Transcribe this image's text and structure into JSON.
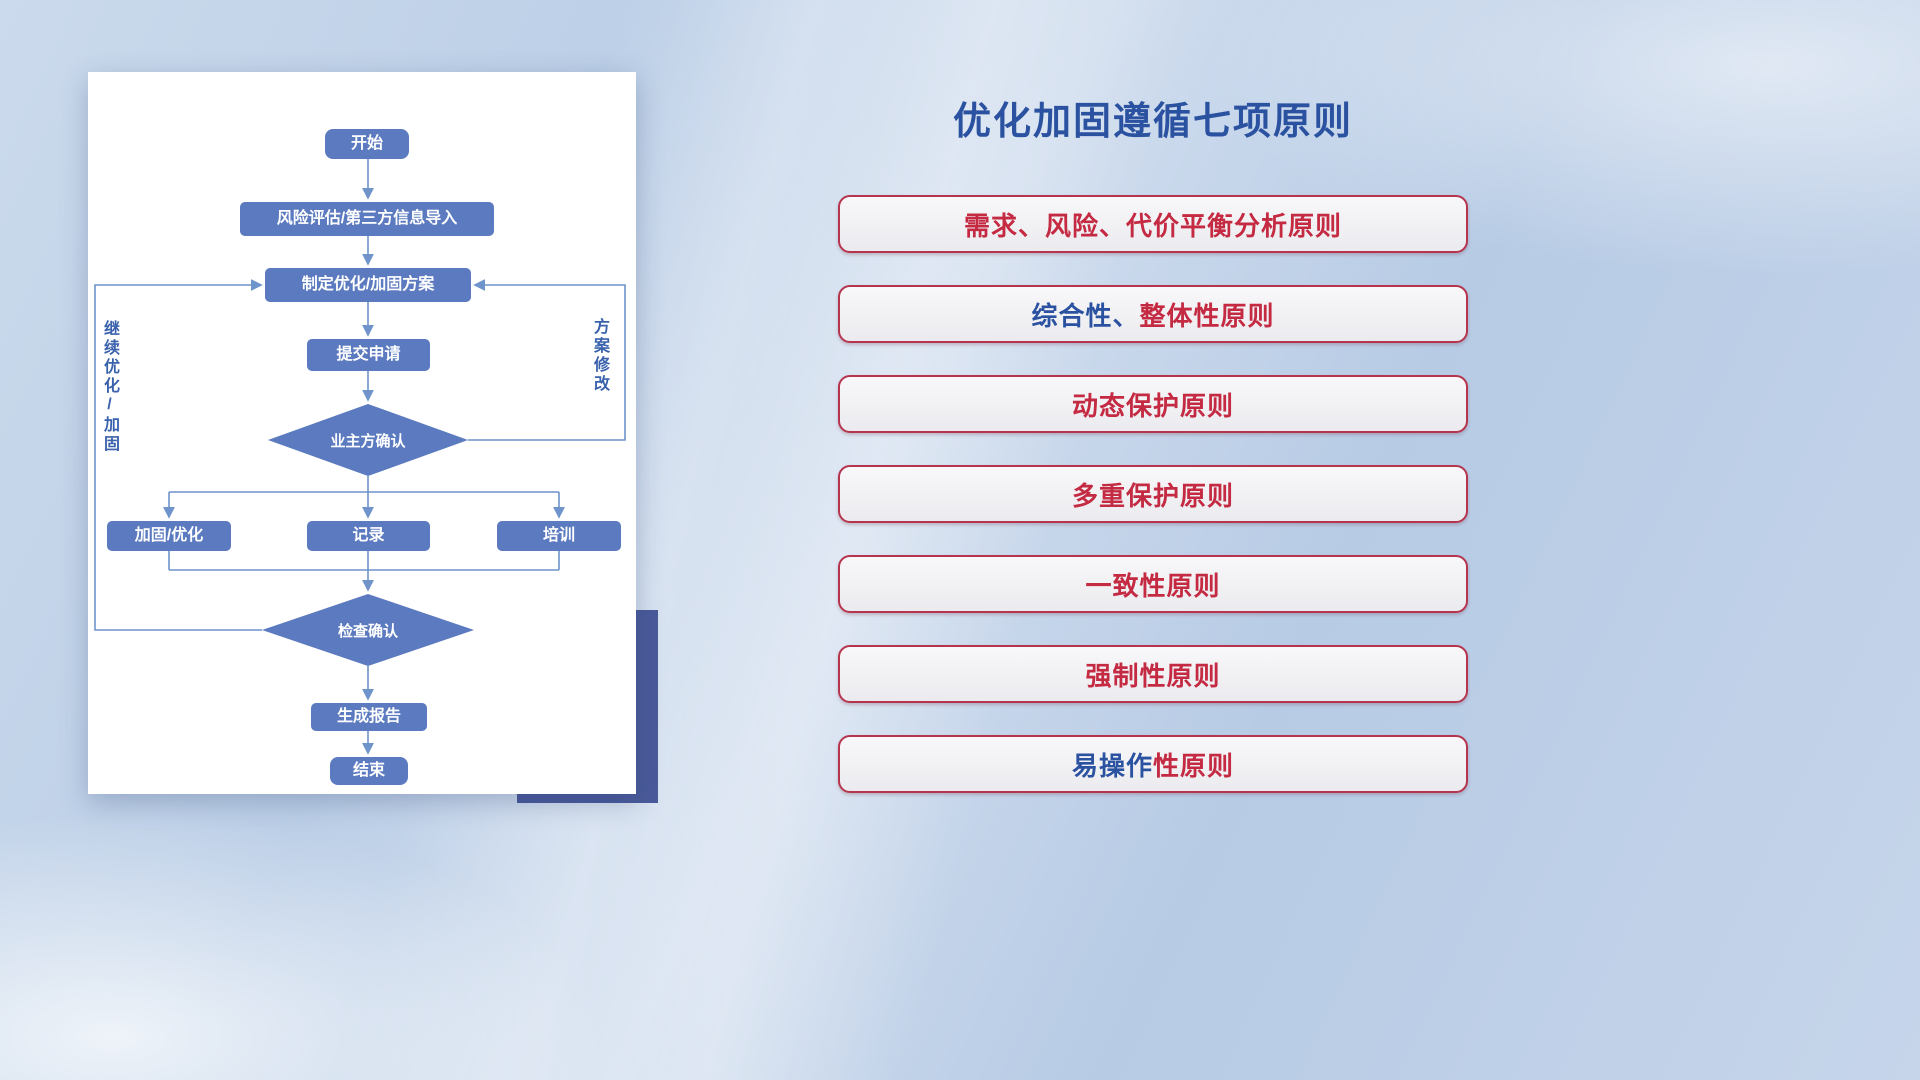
{
  "flowchart": {
    "nodes": {
      "start": "开始",
      "risk_import": "风险评估/第三方信息导入",
      "make_plan": "制定优化/加固方案",
      "submit": "提交申请",
      "owner_confirm": "业主方确认",
      "harden": "加固/优化",
      "record": "记录",
      "training": "培训",
      "check_confirm": "检查确认",
      "report": "生成报告",
      "end": "结束"
    },
    "edge_labels": {
      "continue_loop": "继续优化/加固",
      "plan_revision": "方案修改"
    }
  },
  "right_panel": {
    "title": "优化加固遵循七项原则",
    "principles": [
      {
        "pre": "",
        "main": "需求、风险、代价平衡分析原则"
      },
      {
        "pre": "综合性、",
        "main": "整体性原则"
      },
      {
        "pre": "",
        "main": "动态保护原则"
      },
      {
        "pre": "",
        "main": "多重保护原则"
      },
      {
        "pre": "",
        "main": "一致性原则"
      },
      {
        "pre": "",
        "main": "强制性原则"
      },
      {
        "pre": "易操作",
        "main": "性原则"
      }
    ]
  },
  "colors": {
    "node_fill": "#5b7abf",
    "connector_line": "#6f93cb",
    "loop_label": "#3a62ac",
    "title_blue": "#2b52a0",
    "principle_red": "#c42a42",
    "principle_blue": "#2b52a0",
    "pill_border": "#b5344e",
    "accent_rect": "#4a5a9a"
  }
}
